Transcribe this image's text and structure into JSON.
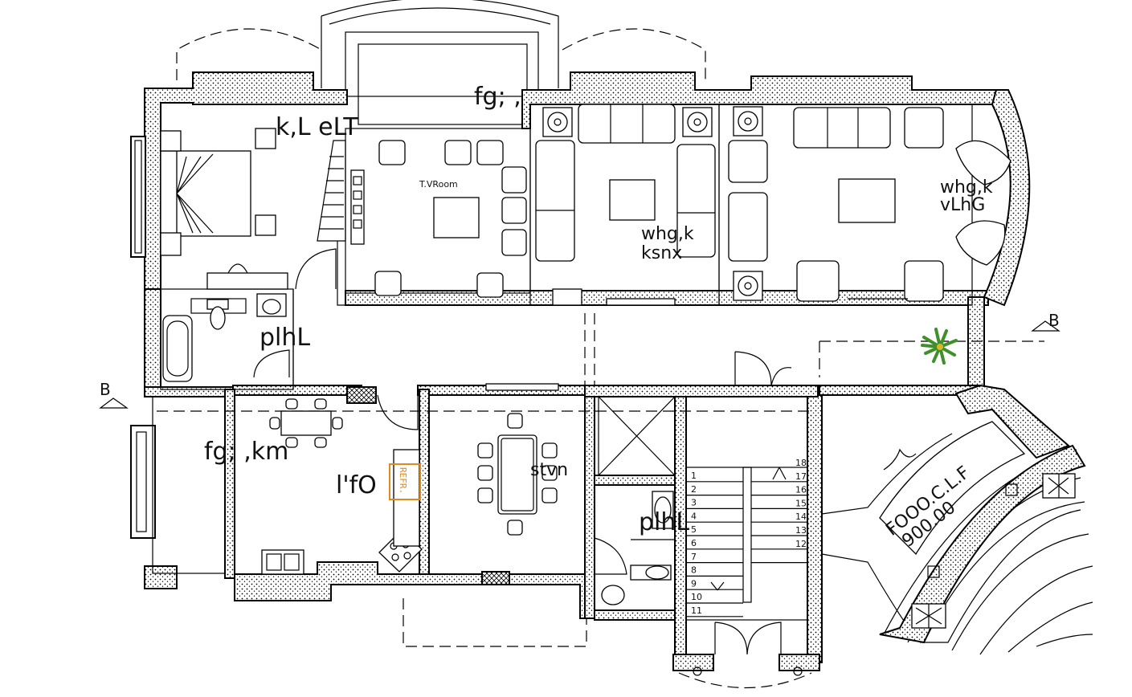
{
  "rooms": {
    "master_bed": "k,L eLT",
    "tv_room": "T.VRoom",
    "living_right_1": "whg,k",
    "living_right_2": "vLhG",
    "living_mid_1": "whg,k",
    "living_mid_2": "ksnx",
    "hall_top": "fg; ,",
    "bath_left": "plhL",
    "kitchen_left": "fg; ,km",
    "kitchen_mid": "l'fO",
    "dining": "stvn",
    "bath_small": "plhL",
    "refr": "REFR."
  },
  "section_markers": {
    "left": "B",
    "right": "B"
  },
  "stair_steps": [
    "1",
    "2",
    "3",
    "4",
    "5",
    "6",
    "7",
    "8",
    "9",
    "10",
    "11",
    "12",
    "13",
    "14",
    "15",
    "16",
    "17",
    "18"
  ],
  "curved_text": [
    "FOOO.C.L.F",
    "900.00"
  ],
  "colors": {
    "line": "#000000",
    "accent": "#e08a1a",
    "plant": "#3f8f2a"
  }
}
